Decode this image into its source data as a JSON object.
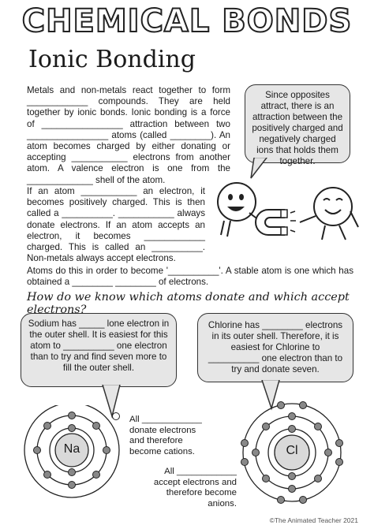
{
  "header": {
    "title": "CHEMICAL BONDS",
    "subtitle": "Ionic Bonding"
  },
  "intro": {
    "p1": "Metals and non-metals react together to form ____________ compounds. They are held together by ionic bonds. Ionic bonding is a force of ________________ attraction between two ________________ atoms (called ________). An atom becomes charged by either donating or accepting ___________ electrons from another atom. A valence electron is one from the _____________ shell of the atom.",
    "p2": "If an atom ___________ an electron, it becomes positively charged. This is then called a __________. ___________ always donate electrons. If an atom accepts an electron, it becomes ____________ charged. This is called an __________. Non-metals always accept electrons.",
    "p3": "Atoms do this in order to become '__________'. A stable atom is one which has obtained a ________ ________ of electrons."
  },
  "callout": {
    "text": "Since opposites attract, there is an attraction between the positively charged and negatively charged ions that holds them together."
  },
  "question": "How do we know which atoms donate and which accept electrons?",
  "sodium_box": {
    "text": "Sodium has _____ lone electron in the outer shell. It is easiest for this atom to __________ one electron than to try and find seven more to fill the outer shell."
  },
  "chlorine_box": {
    "text": "Chlorine has ________ electrons in its outer shell. Therefore, it is easiest for Chlorine to __________ one electron than to try and donate seven."
  },
  "atoms": {
    "sodium_symbol": "Na",
    "chlorine_symbol": "Cl"
  },
  "notes": {
    "cation_note": "All ____________ donate electrons and therefore become cations.",
    "anion_note": "All ____________ accept electrons and therefore become anions."
  },
  "footer": "©The Animated Teacher 2021"
}
